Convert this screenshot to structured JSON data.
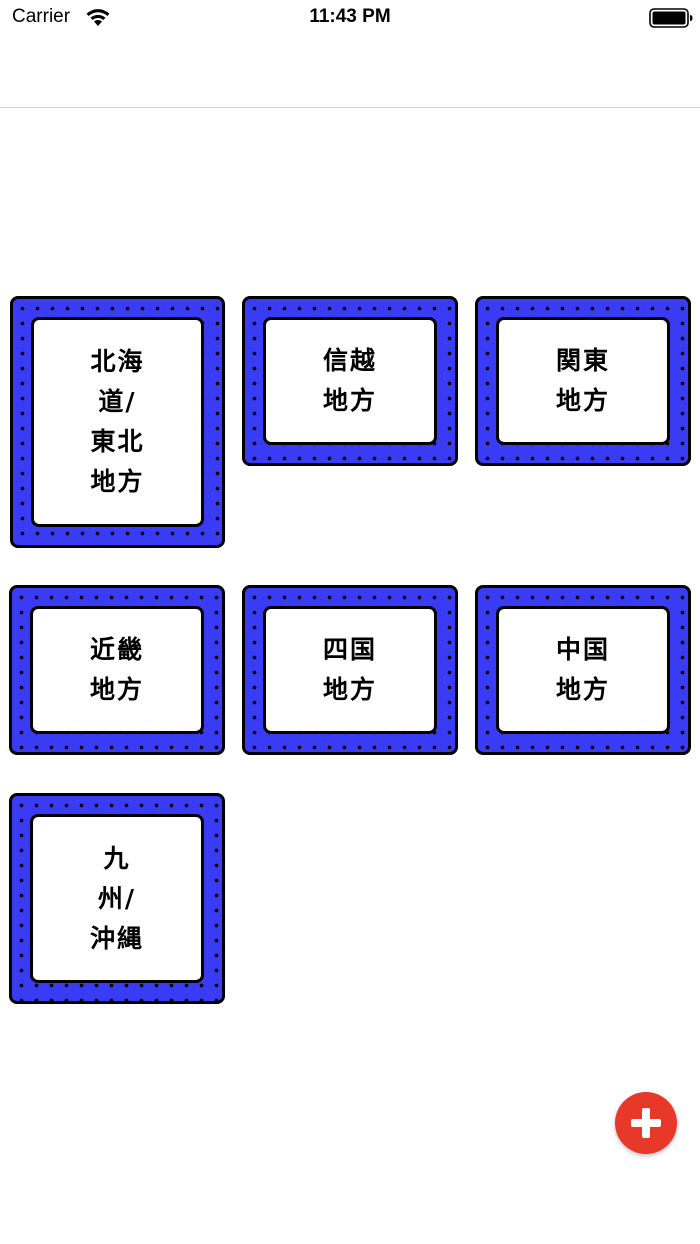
{
  "status_bar": {
    "carrier": "Carrier",
    "time": "11:43 PM",
    "icons": [
      "wifi-icon",
      "battery-icon"
    ]
  },
  "regions": [
    {
      "label": "北海\n道/\n東北\n地方"
    },
    {
      "label": "信越\n地方"
    },
    {
      "label": "関東\n地方"
    },
    {
      "label": "近畿\n地方"
    },
    {
      "label": "四国\n地方"
    },
    {
      "label": "中国\n地方"
    },
    {
      "label": "九\n州/\n沖縄"
    }
  ],
  "add_button": {
    "icon": "plus-icon"
  },
  "colors": {
    "card_fill": "#3a3cf5",
    "card_border": "#000000",
    "fab": "#e8382a"
  }
}
